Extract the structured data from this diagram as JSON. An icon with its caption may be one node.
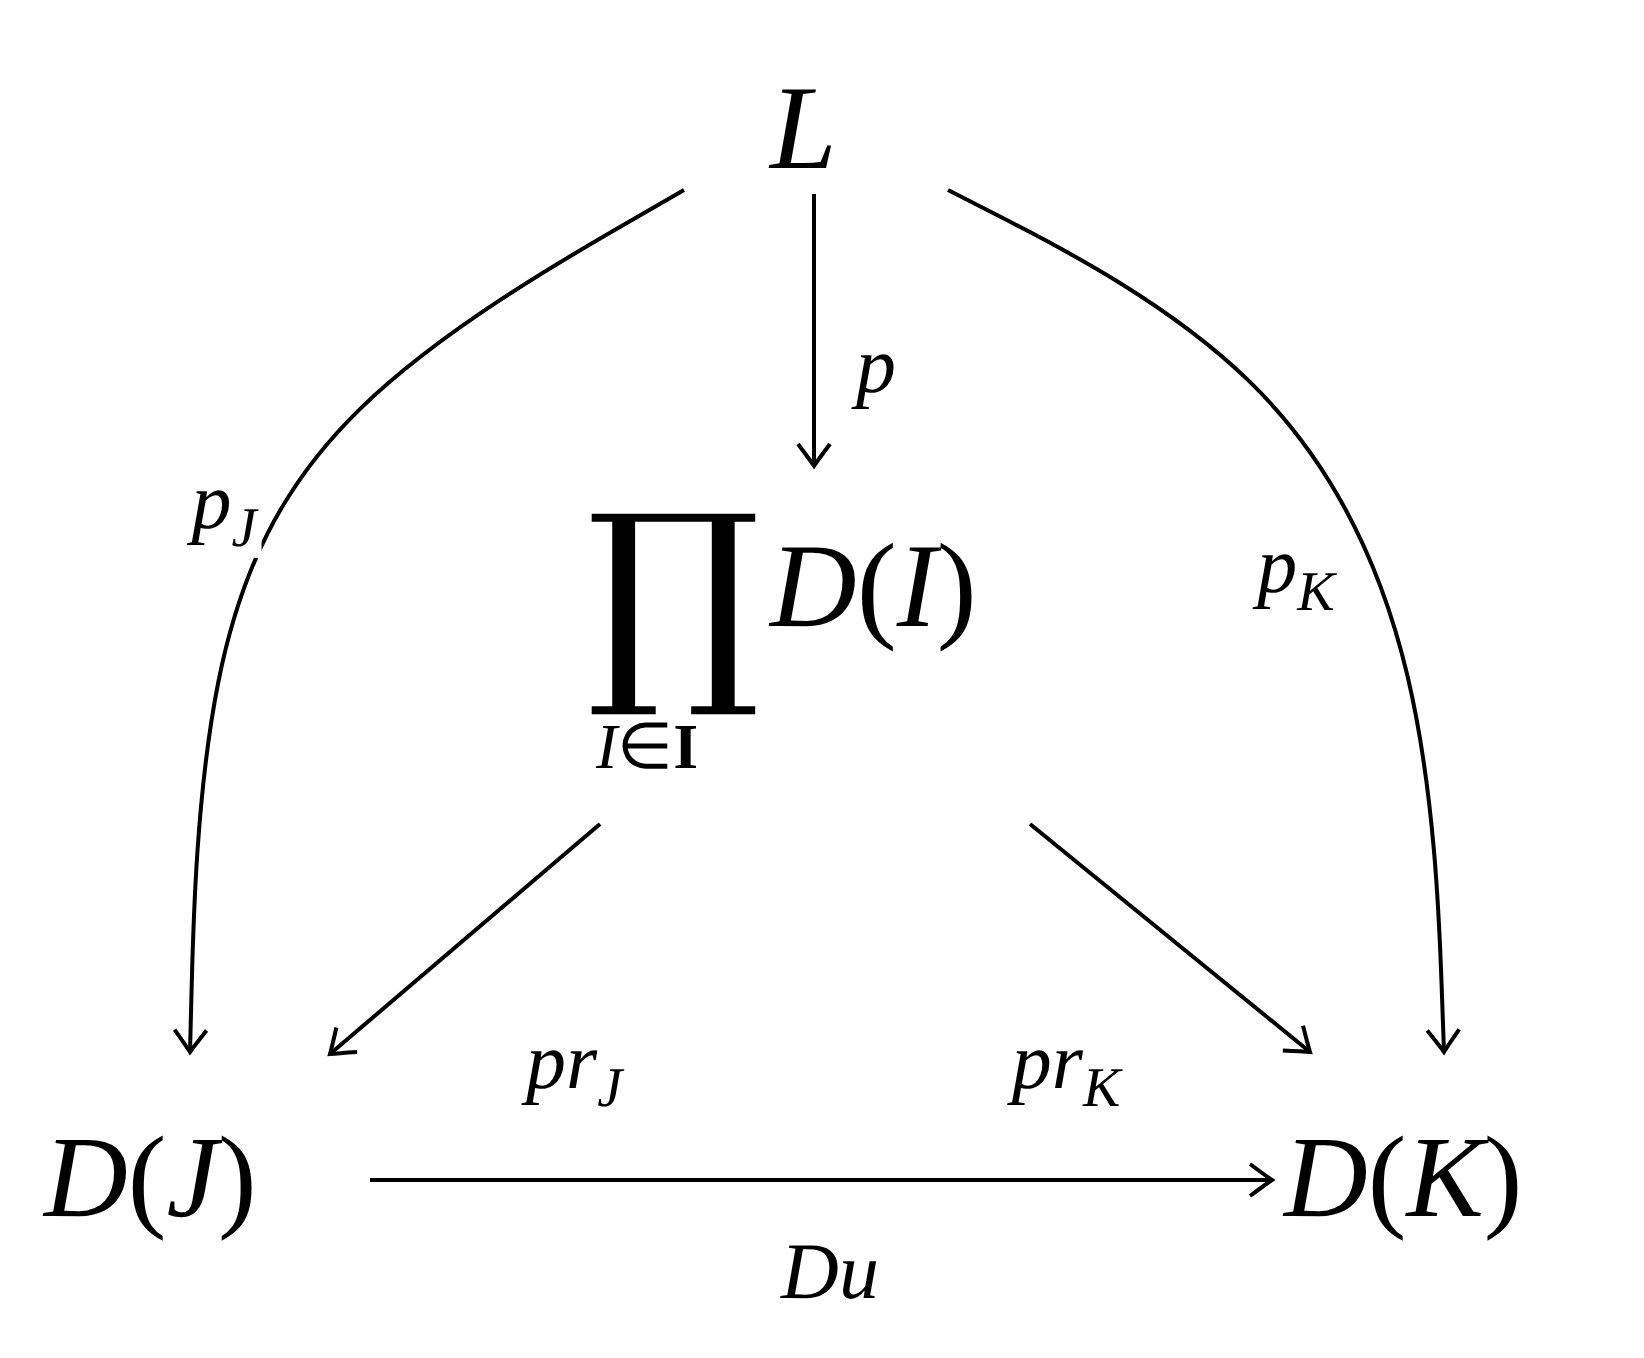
{
  "diagram": {
    "nodes": [
      {
        "text": [
          "L"
        ]
      },
      {
        "text": [
          "∏",
          "*I*∈**I**",
          "*D*(*I*)"
        ]
      },
      {
        "text": [
          "*D*(*J*)"
        ]
      },
      {
        "text": [
          "*D*(*K*)"
        ]
      }
    ],
    "edges": [
      {
        "from": 0,
        "to": 1,
        "arrow": "to",
        "label": "p"
      },
      {
        "from": 0,
        "to": 2,
        "arrow": "to",
        "label": "p$_{J}$"
      },
      {
        "from": 0,
        "to": 3,
        "arrow": "to",
        "label": "p$_{K}$"
      },
      {
        "from": 1,
        "to": 2,
        "arrow": "to",
        "label": "pr$_{J}$"
      },
      {
        "from": 1,
        "to": 3,
        "arrow": "to",
        "label": "pr$_{K}$"
      },
      {
        "from": 2,
        "to": 3,
        "arrow": "to",
        "label": "Du"
      }
    ]
  }
}
